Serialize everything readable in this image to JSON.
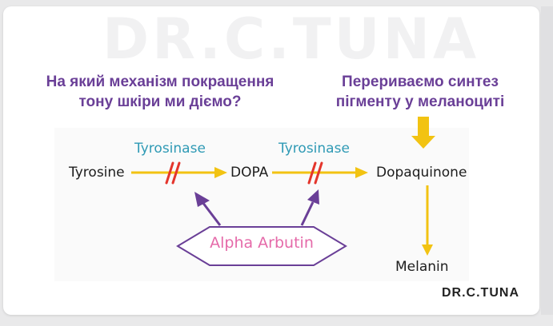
{
  "watermark": "DR.C.TUNA",
  "question_left": {
    "line1": "На який механізм покращення",
    "line2": "тону шкіри ми діємо?"
  },
  "question_right": {
    "line1": "Перериваємо синтез",
    "line2": "пігменту у меланоциті"
  },
  "diagram": {
    "tyrosine": "Tyrosine",
    "enzyme1": "Tyrosinase",
    "dopa": "DOPA",
    "enzyme2": "Tyrosinase",
    "dopaquinone": "Dopaquinone",
    "melanin": "Melanin",
    "inhibitor": "Alpha Arbutin"
  },
  "brand": "DR.C.TUNA",
  "colors": {
    "question_text": "#6a3f97",
    "enzyme_label": "#2f9ab5",
    "pathway_arrow": "#f2c312",
    "inhibition_mark": "#e4352c",
    "inhibitor_border": "#6a3f97",
    "inhibitor_text": "#e56aa9"
  }
}
